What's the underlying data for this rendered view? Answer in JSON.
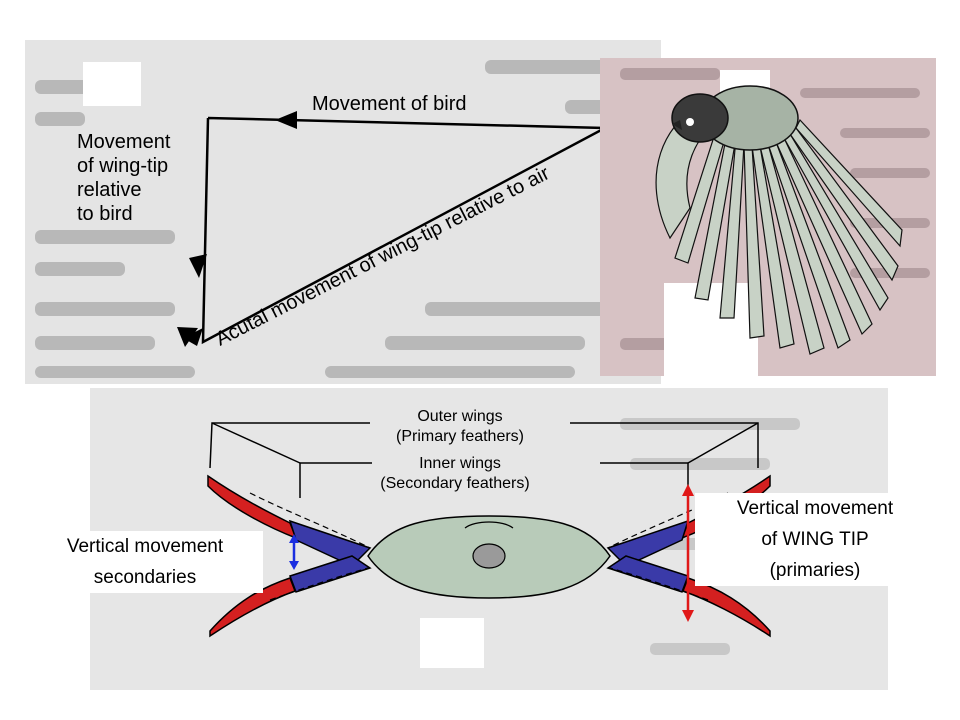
{
  "top_diagram": {
    "movement_of_bird": "Movement of bird",
    "wingtip_relative_lines": [
      "Movement",
      "of wing-tip",
      "relative",
      "to bird"
    ],
    "actual_movement": "Acutal movement of wing-tip relative to air"
  },
  "bottom_diagram": {
    "outer_wings": "Outer wings",
    "primary_feathers": "(Primary feathers)",
    "inner_wings": "Inner wings",
    "secondary_feathers": "(Secondary feathers)"
  },
  "labels": {
    "left_line1": "Vertical movement",
    "left_line2": "secondaries",
    "right_line1": "Vertical movement",
    "right_line2": "of WING TIP",
    "right_line3": "(primaries)"
  },
  "colors": {
    "primaries_red": "#d42020",
    "secondaries_blue": "#3a3aa8",
    "body_green": "#b8cbb9",
    "arrow_red": "#e01818",
    "arrow_blue": "#1a2ee0"
  }
}
